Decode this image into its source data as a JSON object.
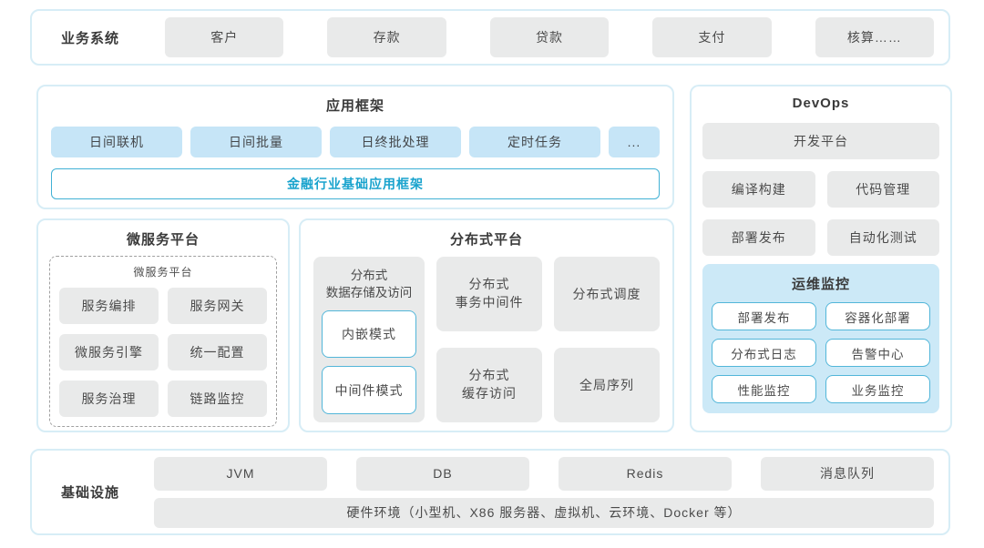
{
  "colors": {
    "section_border": "#d7edf6",
    "gray_box": "#e9eaea",
    "blue_box": "#c6e5f7",
    "teal_border": "#41b1d5",
    "teal_text": "#19a3cd",
    "monitor_bg": "#cce9f7",
    "white_box_border": "#52b6d9"
  },
  "business": {
    "label": "业务系统",
    "items": [
      "客户",
      "存款",
      "贷款",
      "支付",
      "核算……"
    ]
  },
  "app_framework": {
    "title": "应用框架",
    "items": [
      "日间联机",
      "日间批量",
      "日终批处理",
      "定时任务",
      "..."
    ],
    "base_label": "金融行业基础应用框架"
  },
  "microservice": {
    "title": "微服务平台",
    "inner_title": "微服务平台",
    "items": [
      "服务编排",
      "服务网关",
      "微服务引擎",
      "统一配置",
      "服务治理",
      "链路监控"
    ]
  },
  "distributed": {
    "title": "分布式平台",
    "storage": {
      "label": "分布式\n数据存储及访问",
      "modes": [
        "内嵌模式",
        "中间件模式"
      ]
    },
    "cells": {
      "transaction": "分布式\n事务中间件",
      "scheduling": "分布式调度",
      "cache": "分布式\n缓存访问",
      "sequence": "全局序列"
    }
  },
  "devops": {
    "title": "DevOps",
    "platform": "开发平台",
    "tools": [
      "编译构建",
      "代码管理",
      "部署发布",
      "自动化测试"
    ],
    "monitoring": {
      "title": "运维监控",
      "items": [
        "部署发布",
        "容器化部署",
        "分布式日志",
        "告警中心",
        "性能监控",
        "业务监控"
      ]
    }
  },
  "infrastructure": {
    "label": "基础设施",
    "items": [
      "JVM",
      "DB",
      "Redis",
      "消息队列"
    ],
    "hardware": "硬件环境（小型机、X86 服务器、虚拟机、云环境、Docker 等）"
  }
}
